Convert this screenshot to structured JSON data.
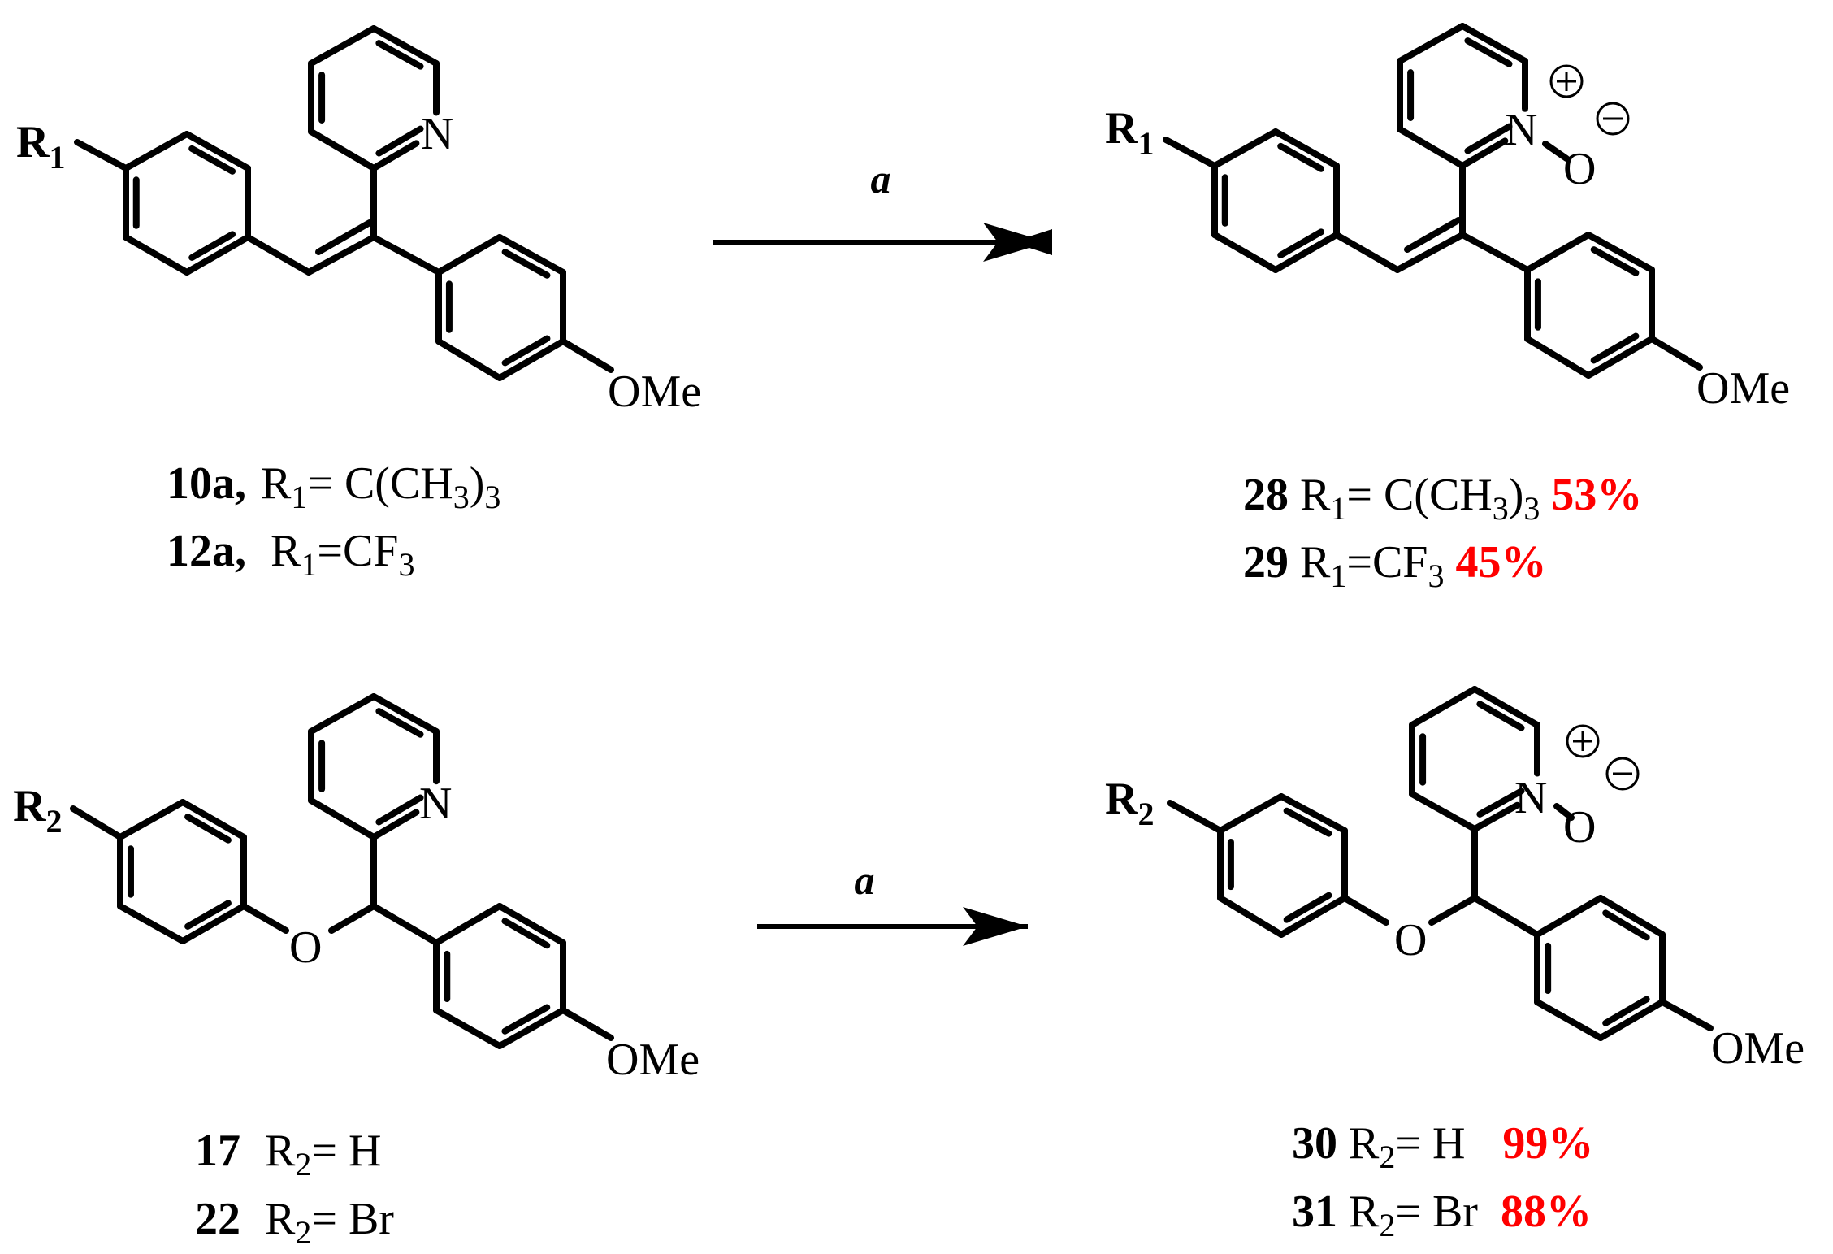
{
  "atoms": {
    "N": "N",
    "O": "O",
    "OMe": "OMe",
    "R": "R",
    "r1_sub": "1",
    "r2_sub": "2",
    "plus": "+",
    "minus": "−"
  },
  "reagents": [
    "a",
    "a"
  ],
  "labels": {
    "reaction1": {
      "starting": [
        {
          "compound": "10a,",
          "r": "R",
          "r_sub": "1",
          "eq": "= C(CH",
          "g_sub": "3",
          "close": ")",
          "close_sub": "3"
        },
        {
          "compound": "12a,",
          "r": "R",
          "r_sub": "1",
          "eq": "=CF",
          "g_sub": "3"
        }
      ],
      "products": [
        {
          "compound": "28",
          "r": "R",
          "r_sub": "1",
          "eq": "= C(CH",
          "g_sub": "3",
          "close": ")",
          "close_sub": "3",
          "yield": "53%"
        },
        {
          "compound": "29",
          "r": "R",
          "r_sub": "1",
          "eq": "=CF",
          "g_sub": "3",
          "yield": "45%"
        }
      ]
    },
    "reaction2": {
      "starting": [
        {
          "compound": "17",
          "r": "R",
          "r_sub": "2",
          "eq": "= H"
        },
        {
          "compound": "22",
          "r": "R",
          "r_sub": "2",
          "eq": "= Br"
        }
      ],
      "products": [
        {
          "compound": "30",
          "r": "R",
          "r_sub": "2",
          "eq": "= H",
          "yield": "99%"
        },
        {
          "compound": "31",
          "r": "R",
          "r_sub": "2",
          "eq": "= Br",
          "yield": "88%"
        }
      ]
    }
  },
  "colors": {
    "bond": "#000000",
    "yield": "#ff0000"
  }
}
